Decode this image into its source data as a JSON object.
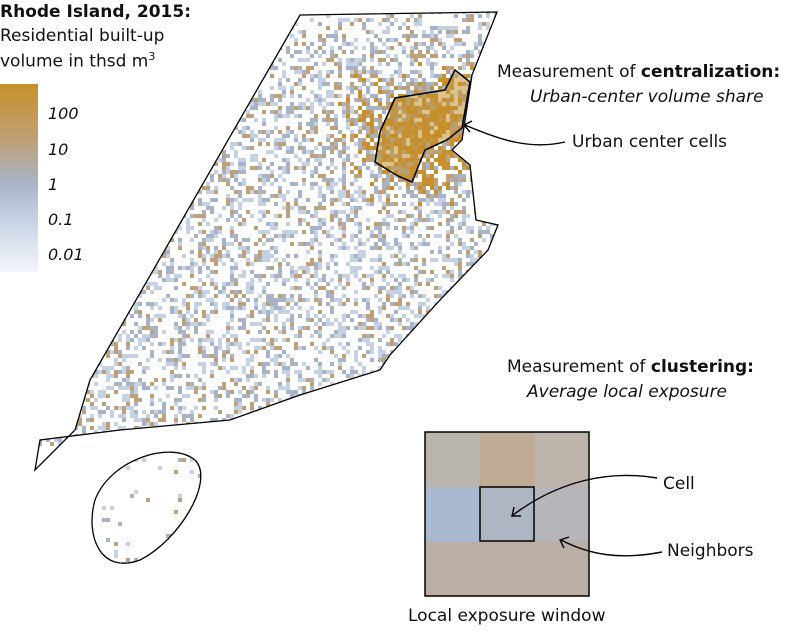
{
  "legend": {
    "title": "Rhode Island, 2015:",
    "subtitle_line1": "Residential built-up",
    "subtitle_line2": "volume in thsd m",
    "superscript": "3",
    "labels": [
      "100",
      "10",
      "1",
      "0.1",
      "0.01"
    ],
    "colors": [
      "#c7902a",
      "#bfa079",
      "#a8b4c6",
      "#c5d2e3",
      "#f4f6fa"
    ]
  },
  "centralization": {
    "prefix": "Measurement of ",
    "bold": "centralization:",
    "subtitle": "Urban-center volume share",
    "annotation": "Urban center cells"
  },
  "clustering": {
    "prefix": "Measurement of ",
    "bold": "clustering:",
    "subtitle": "Average local exposure",
    "cell_label": "Cell",
    "neighbors_label": "Neighbors",
    "window_label": "Local exposure window",
    "window_colors": [
      "#bab4ae",
      "#c0ac94",
      "#bdb4ac",
      "#a9b9cf",
      "#aeb6c3",
      "#b6b6ba",
      "#bbaea5",
      "#bcaea4",
      "#bbaea4"
    ]
  }
}
